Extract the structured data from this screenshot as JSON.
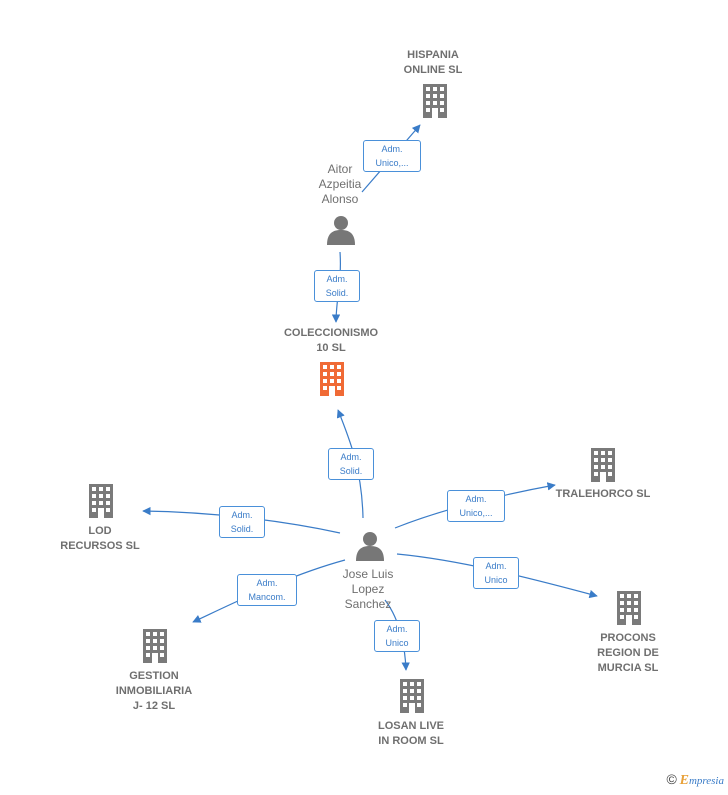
{
  "colors": {
    "edge": "#3a7cc8",
    "company": "#7a7a7a",
    "company_main": "#f06a35",
    "person": "#777777"
  },
  "nodes": {
    "hispania": {
      "label": "HISPANIA\nONLINE  SL",
      "icon": "building-icon"
    },
    "aitor": {
      "label": "Aitor\nAzpeitia\nAlonso",
      "icon": "person-icon"
    },
    "coleccionismo": {
      "label": "COLECCIONISMO\n10  SL",
      "icon": "building-icon"
    },
    "jose": {
      "label": "Jose Luis\nLopez\nSanchez",
      "icon": "person-icon"
    },
    "tralehorco": {
      "label": "TRALEHORCO SL",
      "icon": "building-icon"
    },
    "lod": {
      "label": "LOD\nRECURSOS  SL",
      "icon": "building-icon"
    },
    "procons": {
      "label": "PROCONS\nREGION DE\nMURCIA SL",
      "icon": "building-icon"
    },
    "gestion": {
      "label": "GESTION\nINMOBILIARIA\nJ- 12 SL",
      "icon": "building-icon"
    },
    "losan": {
      "label": "LOSAN LIVE\nIN ROOM  SL",
      "icon": "building-icon"
    }
  },
  "edges": {
    "aitor_hispania": "Adm.\nUnico,...",
    "aitor_coleccionismo": "Adm.\nSolid.",
    "jose_coleccionismo": "Adm.\nSolid.",
    "jose_tralehorco": "Adm.\nUnico,...",
    "jose_lod": "Adm.\nSolid.",
    "jose_gestion": "Adm.\nMancom.",
    "jose_procons": "Adm.\nUnico",
    "jose_losan": "Adm.\nUnico"
  },
  "footer": {
    "copyright": "©",
    "brand_initial": "E",
    "brand_rest": "mpresia"
  }
}
